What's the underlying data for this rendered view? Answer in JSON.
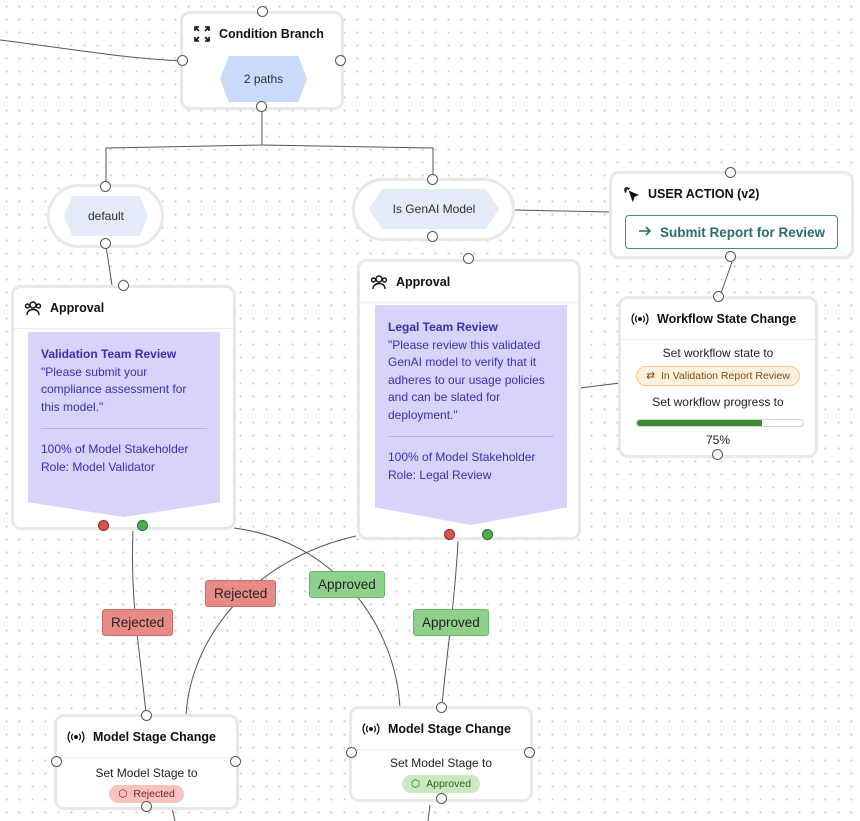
{
  "condition_branch": {
    "title": "Condition Branch",
    "paths_label": "2 paths",
    "icon": "expand-icon"
  },
  "branches": {
    "default_label": "default",
    "genai_label": "Is GenAI Model"
  },
  "approval_left": {
    "title": "Approval",
    "card_title": "Validation Team Review",
    "card_message": "\"Please submit your compliance assessment for this model.\"",
    "card_requirement": "100% of Model Stakeholder Role: Model Validator"
  },
  "approval_right": {
    "title": "Approval",
    "card_title": "Legal Team Review",
    "card_message": "\"Please review this validated GenAI model to verify that it adheres to our usage policies and can be slated for deployment.\"",
    "card_requirement": "100% of Model Stakeholder Role: Legal Review"
  },
  "user_action": {
    "title": "USER ACTION (v2)",
    "button_label": "Submit Report for Review"
  },
  "workflow_state": {
    "title": "Workflow State Change",
    "state_label": "Set workflow state to",
    "state_value": "In Validation Report Review",
    "progress_label": "Set workflow progress to",
    "progress_value": "75%",
    "progress_fraction": 0.75
  },
  "edge_labels": {
    "rejected_left": "Rejected",
    "rejected_right": "Rejected",
    "approved_left": "Approved",
    "approved_right": "Approved"
  },
  "stage_left": {
    "title": "Model Stage Change",
    "label": "Set Model Stage to",
    "value": "Rejected"
  },
  "stage_right": {
    "title": "Model Stage Change",
    "label": "Set Model Stage to",
    "value": "Approved"
  },
  "colors": {
    "approval_card_bg": "#d8d3fb",
    "approval_card_text": "#3b2fb0",
    "rejected": "#e88b87",
    "approved": "#8fd08a",
    "accent_teal": "#2a6e6a",
    "progress_fill": "#3a8a32",
    "hex_blue": "#c8dbfb",
    "hex_light": "#e3ebf9"
  }
}
